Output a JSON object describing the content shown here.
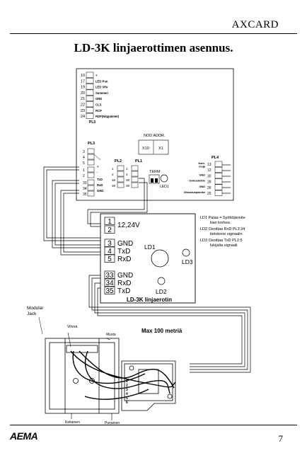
{
  "header": {
    "brand": "AXCARD"
  },
  "page": {
    "title": "LD-3K linjaerottimen asennus.",
    "number": "7"
  },
  "logo": {
    "text": "AEMA"
  },
  "board": {
    "pl5": {
      "name": "PL5",
      "rows": [
        {
          "pin": "10",
          "label": "+"
        },
        {
          "pin": "17",
          "label": "LED Pun"
        },
        {
          "pin": "19",
          "label": "LED Vihr"
        },
        {
          "pin": "20",
          "label": "Summeri"
        },
        {
          "pin": "21",
          "label": "GND"
        },
        {
          "pin": "22",
          "label": "CLS"
        },
        {
          "pin": "23",
          "label": "RCP"
        },
        {
          "pin": "24",
          "label": "RDP(Näppäimet)"
        }
      ]
    },
    "nod": {
      "label": "NOD ADDR.",
      "x10": "X10",
      "x1": "X1"
    },
    "pl3": {
      "name": "PL3",
      "pins": [
        "3",
        "4",
        "5",
        "1",
        "2",
        "33",
        "34",
        "35"
      ],
      "labels": [
        "+",
        "-",
        "TxD",
        "RxD",
        "GND"
      ]
    },
    "pl2": {
      "name": "PL2",
      "pins": [
        "1",
        "2",
        "38",
        "39"
      ]
    },
    "pl1": {
      "name": "PL1",
      "pins": [
        "1",
        "2",
        "38",
        "39"
      ]
    },
    "term": "TERM",
    "led1": "LED1",
    "pl4": {
      "name": "PL4",
      "rows": [
        {
          "label": "Kam-\nmuja",
          "pin": "13"
        },
        {
          "label": "",
          "pin": "12"
        },
        {
          "label": "GND",
          "pin": "30"
        },
        {
          "label": "Ovikoskettin",
          "pin": "28"
        },
        {
          "label": "GND",
          "pin": "26"
        },
        {
          "label": "Ulkonauspainike",
          "pin": "25"
        }
      ]
    }
  },
  "ld3k": {
    "rows": [
      {
        "pin": "1",
        "label": "12,24V"
      },
      {
        "pin": "2",
        "label": ""
      },
      {
        "pin": "3",
        "label": "GND"
      },
      {
        "pin": "4",
        "label": "TxD"
      },
      {
        "pin": "5",
        "label": "RxD"
      },
      {
        "pin": "33",
        "label": "GND"
      },
      {
        "pin": "34",
        "label": "RxD"
      },
      {
        "pin": "35",
        "label": "TxD"
      }
    ],
    "ld1": "LD1",
    "ld2": "LD2",
    "ld3": "LD3",
    "name": "LD-3K linjaerotin"
  },
  "notes": [
    {
      "head": "LD1 Palaa = Syöttöjännite",
      "tail": "liian korkea."
    },
    {
      "head": "LD2 Osoittaa RxD PL3:34",
      "tail": "tietokone signaalin"
    },
    {
      "head": "LD3 Osoittaa TxD PL2:5",
      "tail": "lukijalta signaali"
    }
  ],
  "bottom": {
    "modular": "Modular\nJack",
    "vihrea": "Vihreä",
    "musta": "Musta",
    "max": "Max 100 metriä",
    "keltainen": "Keltainen",
    "punainen": "Punainen",
    "rj_pins": [
      "1",
      "2",
      "3",
      "4",
      "5",
      "6"
    ],
    "rj_side": "1  2  3  4"
  }
}
